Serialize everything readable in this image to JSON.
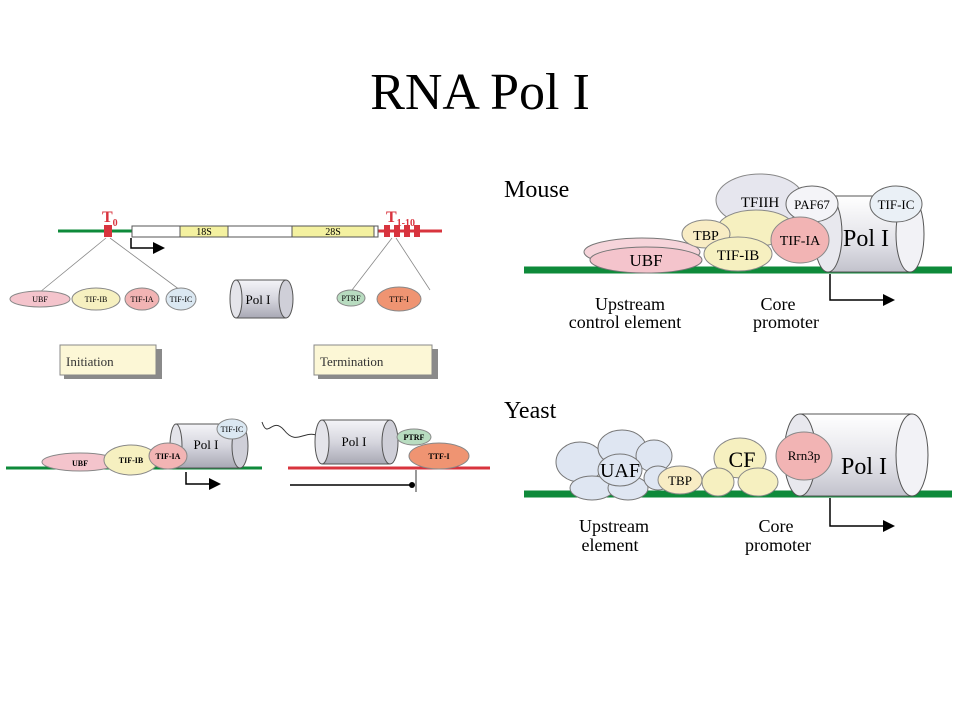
{
  "title": "RNA Pol I",
  "colors": {
    "dna_green": "#0e8a3a",
    "dna_red": "#d8343e",
    "pol_gray": "#d4d4dc",
    "ubf_pink": "#f4c4cc",
    "tifib_yellow": "#f6f0c0",
    "tifia_pink": "#f2b4b4",
    "tific_blue": "#dbe8f2",
    "ptrf_green": "#b8dcc0",
    "ttfi_orange": "#ef9472",
    "rrna_yellow": "#f4f1a0",
    "label_box": "#fcf7d6"
  },
  "left": {
    "gene": {
      "t0": "T",
      "t0_sub": "0",
      "t_term": "T",
      "t_term_sub": "1-10",
      "seg_18s": "18S",
      "seg_28s": "28S"
    },
    "factors": {
      "ubf": "UBF",
      "tifib": "TIF-IB",
      "tifia": "TIF-IA",
      "tific": "TIF-IC",
      "pol": "Pol I",
      "ptrf": "PTRF",
      "ttfi": "TTF-I"
    },
    "initiation_label": "Initiation",
    "termination_label": "Termination",
    "init_complex": {
      "ubf": "UBF",
      "tifib": "TIF-IB",
      "tifia": "TIF-IA",
      "tific": "TIF-IC",
      "pol": "Pol I"
    },
    "term_complex": {
      "pol": "Pol I",
      "ptrf": "PTRF",
      "ttfi": "TTF-I"
    }
  },
  "mouse": {
    "heading": "Mouse",
    "ubf": "UBF",
    "tbp": "TBP",
    "tfiih": "TFIIH",
    "tifib": "TIF-IB",
    "tifia": "TIF-IA",
    "paf67": "PAF67",
    "tific": "TIF-IC",
    "pol": "Pol I",
    "upstream_line1": "Upstream",
    "upstream_line2": "control element",
    "core_line1": "Core",
    "core_line2": "promoter"
  },
  "yeast": {
    "heading": "Yeast",
    "uaf": "UAF",
    "tbp": "TBP",
    "cf": "CF",
    "rrn3p": "Rrn3p",
    "pol": "Pol I",
    "upstream_line1": "Upstream",
    "upstream_line2": "element",
    "core_line1": "Core",
    "core_line2": "promoter"
  }
}
